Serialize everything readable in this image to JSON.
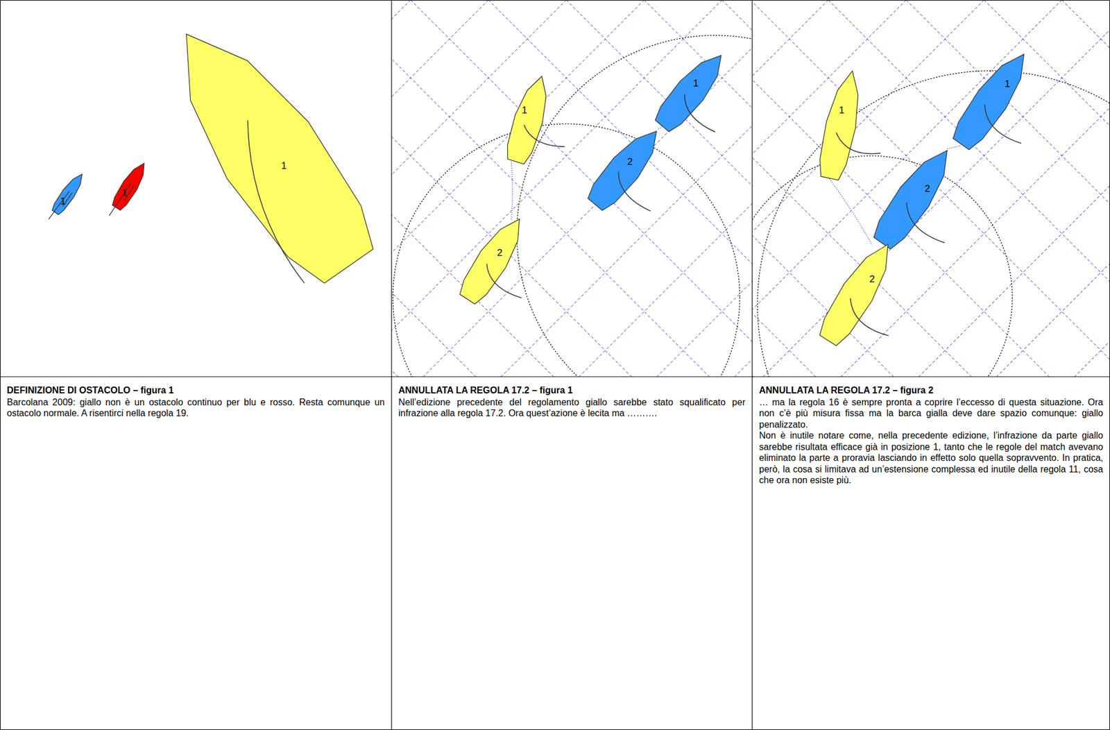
{
  "diagram": {
    "nodes": [
      {
        "text": [
          "DEFINIZIONE DI OSTACOLO – figura 1",
          "Barcolana 2009: giallo non è un ostacolo continuo per blu e rosso. Resta comunque un ostacolo normale. A risentirci nella regola 19."
        ]
      },
      {
        "text": [
          "ANNULLATA LA REGOLA 17.2 – figura 1",
          "Nell’edizione precedente del regolamento giallo sarebbe stato squalificato per infrazione alla regola 17.2. Ora quest’azione è lecita ma ………."
        ]
      },
      {
        "text": [
          "ANNULLATA LA REGOLA 17.2 – figura 2",
          "… ma la regola 16 è sempre pronta a coprire l’eccesso di questa situazione. Ora non c’è più misura fissa ma la barca gialla deve dare spazio comunque: giallo penalizzato.",
          "Non è inutile notare come, nella precedente edizione, l’infrazione da parte giallo sarebbe risultata efficace già in posizione 1, tanto che le regole del match avevano eliminato la parte a proravia lasciando in effetto solo quella sopravvento. In pratica, però, la cosa si limitava ad un’estensione complessa ed inutile della regola 11, cosa che ora non esiste più."
        ]
      }
    ],
    "labels": [
      "1",
      "1",
      "1",
      "1",
      "1",
      "2",
      "2",
      "1",
      "1",
      "2",
      "2"
    ]
  }
}
